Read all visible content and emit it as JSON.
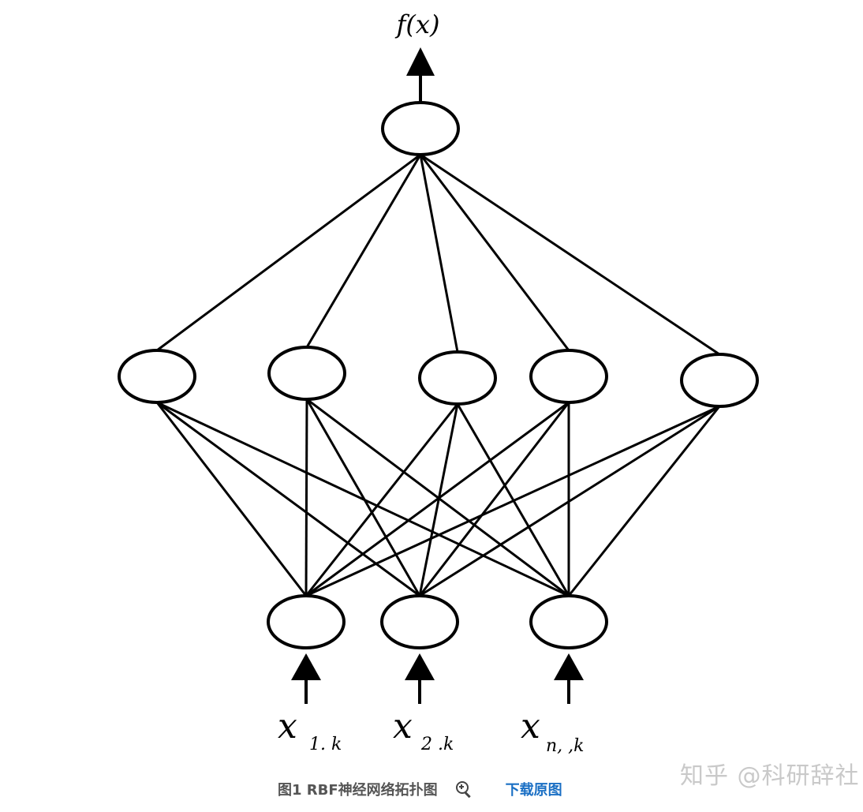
{
  "diagram": {
    "title": "RBF神经网络拓扑图",
    "output_label": "f(x)",
    "inputs": [
      {
        "base": "x",
        "subscript": "1. k"
      },
      {
        "base": "x",
        "subscript": "2 .k"
      },
      {
        "base": "x",
        "subscript": "n, ,k"
      }
    ],
    "layers": {
      "input_count": 3,
      "hidden_count": 5,
      "output_count": 1
    }
  },
  "caption": {
    "figure_label": "图1 RBF神经网络拓扑图",
    "zoom_icon": "zoom-in-icon",
    "download_label": "下载原图"
  },
  "watermark": {
    "text": "知乎 @科研辞社"
  },
  "colors": {
    "caption_text": "#555555",
    "download_link": "#1a6fc4"
  }
}
